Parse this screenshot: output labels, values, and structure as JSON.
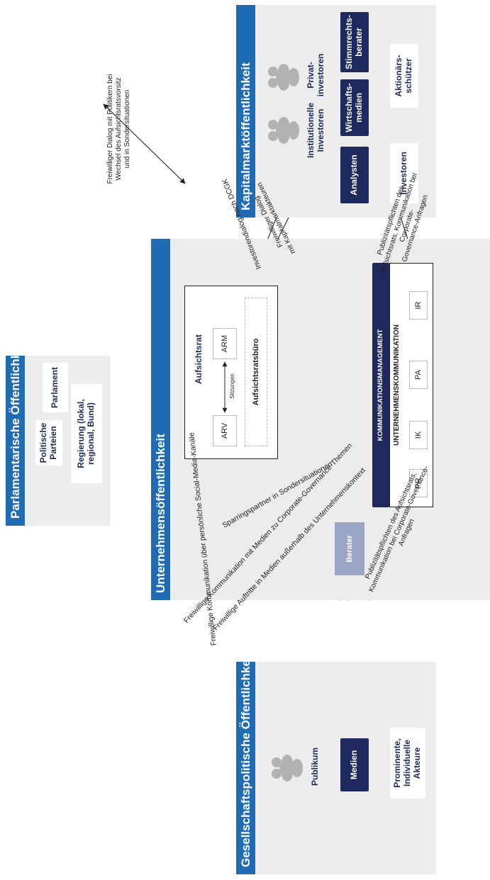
{
  "colors": {
    "band": "#1f6cb5",
    "navy": "#1e2a5e",
    "panel": "#ececec",
    "advisor": "#9aa6c4",
    "icon": "#b2b2b2"
  },
  "parliamentary": {
    "title": "Parlamentarische Öffentlichkeit",
    "parties": "Politische Parteien",
    "parliament": "Parlament",
    "government": "Regierung (lokal, regional, Bund)"
  },
  "company": {
    "title": "Unternehmensöffentlichkeit",
    "board": "Aufsichtsrat",
    "arv": "ARV",
    "arm": "ARM",
    "sessions": "Sitzungen",
    "office": "Aufsichtsratsbüro",
    "comm_mgmt": "KOMMUNIKATIONSMANAGEMENT",
    "corp_comm": "UNTERNEHMENSKOMMUNIKATION",
    "functions": [
      "PR",
      "IK",
      "PA",
      "IR"
    ],
    "advisor": "Berater"
  },
  "capital": {
    "title": "Kapitalmarktöffentlichkeit",
    "institutional": "Institutionelle Investoren",
    "private": "Privat-investoren",
    "analysts": "Analysten",
    "econ_media": "Wirtschafts-medien",
    "proxy": "Stimmrechts-berater",
    "investors": "Investoren",
    "shareholder_assoc": "Aktionärs-schützer"
  },
  "societal": {
    "title": "Gesellschaftspolitische Öffentlichkeit",
    "public": "Publikum",
    "media": "Medien",
    "prominent": "Prominente, Individuelle Akteure"
  },
  "connections": {
    "politicians": [
      "Freiwilliger Dialog mit Politikern bei",
      "Wechsel des Aufsichtsratsvorsitz",
      "und in Sondersituationen"
    ],
    "investor_dialog": "Investorendialog nach DCGK",
    "voluntary_dialog": [
      "Freiwilliger Dialog",
      "mit Kapitalmarktakteuren"
    ],
    "disclosure_capital": [
      "Publizitätspflichten des",
      "Aufsichtsrats, Kommunikation bei",
      "Corporate-",
      "Governance-Anfragen"
    ],
    "sparring": "Sparringspartner in Sondersituationen",
    "social_media": "Freiwillige Kommunikation über persönliche Social-Media-Kanäle",
    "media_cg": "Freiwillige Kommunikation mit Medien zu Corporate-Governance-Themen",
    "appearances": "Freiwillige Auftritte in Medien außerhalb des Unternehmenskontext",
    "disclosure_media": [
      "Publizitätspflichten des Aufsichtsrats,",
      "Kommunikation bei Corporate-Governance-Anfragen"
    ]
  }
}
